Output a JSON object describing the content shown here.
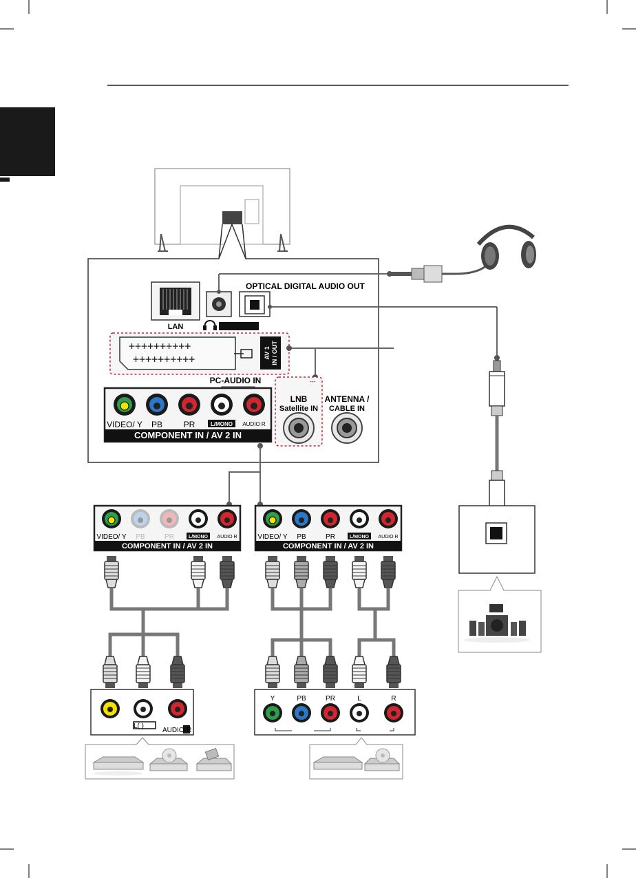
{
  "panel": {
    "lan": "LAN",
    "optical": "OPTICAL DIGITAL AUDIO OUT",
    "av1_line1": "AV 1",
    "av1_line2": "IN / OUT",
    "pc_audio_in": "PC-AUDIO IN",
    "lnb_line1": "LNB",
    "lnb_line2": "Satellite IN",
    "antenna_line1": "ANTENNA /",
    "antenna_line2": "CABLE IN",
    "lnb_mark": "---",
    "jacks": {
      "video_y": "VIDEO/ Y",
      "pb": "PB",
      "pr": "PR",
      "l_mono": "L/MONO",
      "audio_r": "AUDIO R"
    },
    "component_bar": "COMPONENT IN / AV 2 IN"
  },
  "left_device": {
    "av_audio_l": "L(    )",
    "av_audio_r": "AUDIO-R"
  },
  "right_device": {
    "y": "Y",
    "pb": "PB",
    "pr": "PR",
    "l": "L",
    "r": "R"
  },
  "colors": {
    "green": "#2e9e4a",
    "blue": "#2b78c8",
    "red": "#d0262f",
    "yellow": "#f4e200",
    "cable": "#777777",
    "dashed": "#c8203a",
    "panel_fill": "#efefef"
  }
}
